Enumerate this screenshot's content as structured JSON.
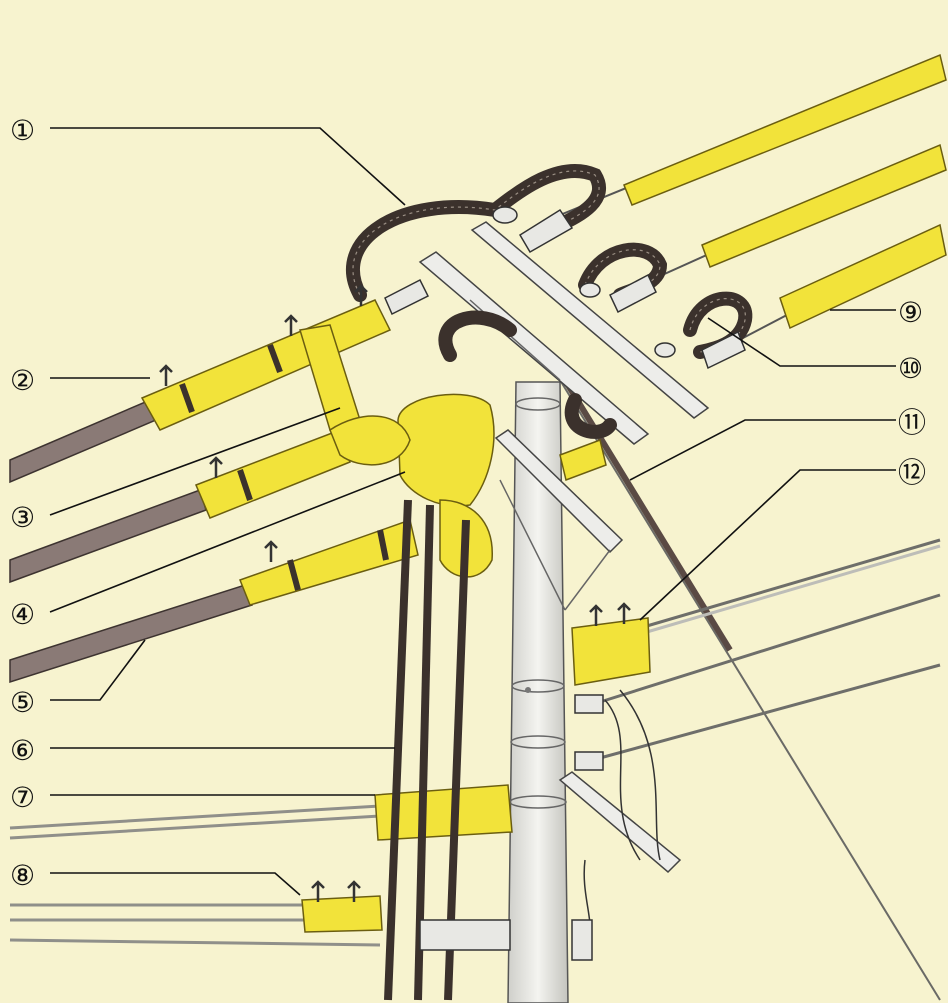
{
  "colors": {
    "background": "#f7f3cf",
    "insulating_cover": "#f2e33a",
    "pole": "#eeeeea",
    "wire_brown": "#8a7a76",
    "coil_dark": "#3b312c",
    "line": "#111111"
  },
  "callouts": [
    {
      "label": "①"
    },
    {
      "label": "②"
    },
    {
      "label": "③"
    },
    {
      "label": "④"
    },
    {
      "label": "⑤"
    },
    {
      "label": "⑥"
    },
    {
      "label": "⑦"
    },
    {
      "label": "⑧"
    },
    {
      "label": "⑨"
    },
    {
      "label": "⑩"
    },
    {
      "label": "⑪"
    },
    {
      "label": "⑫"
    }
  ]
}
